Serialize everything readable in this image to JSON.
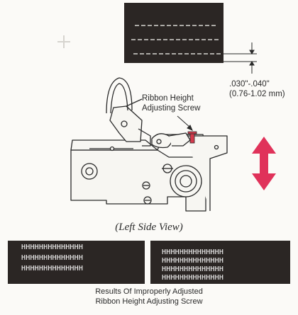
{
  "labels": {
    "callout_line1": "Ribbon Height",
    "callout_line2": "Adjusting Screw",
    "dimension_inches": ".030\"-.040\"",
    "dimension_mm": "(0.76-1.02 mm)",
    "view_title": "(Left Side View)",
    "caption_line1": "Results Of Improperly Adjusted",
    "caption_line2": "Ribbon Height Adjusting Screw"
  },
  "samples": {
    "left_rows": [
      "HHHHHHHHHHHHHH",
      "HHHHHHHHHHHHHH",
      "HHHHHHHHHHHHHH"
    ],
    "right_rows": [
      "HHHHHHHHHHHHHH",
      "HHHHHHHHHHHHHH",
      "HHHHHHHHHHHHHH",
      "HHHHHHHHHHHHHH"
    ]
  },
  "colors": {
    "ribbon": "#2b2624",
    "mechanism_fill": "#f7f6f2",
    "line": "#2a2a2a",
    "arrow": "#e0325a",
    "screw": "#d43a4c"
  }
}
